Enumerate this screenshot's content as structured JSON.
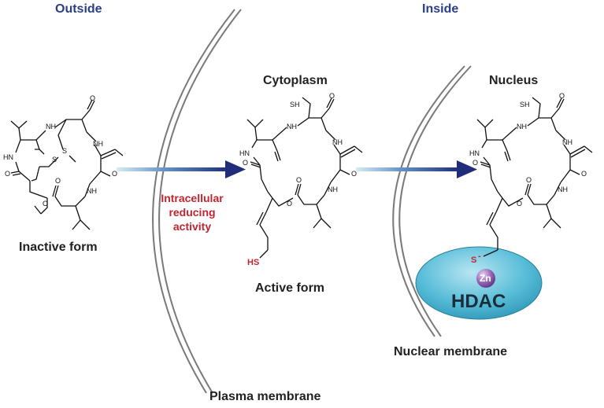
{
  "regions": {
    "outside": "Outside",
    "inside": "Inside"
  },
  "compartments": {
    "cytoplasm": "Cytoplasm",
    "nucleus": "Nucleus"
  },
  "forms": {
    "inactive": "Inactive form",
    "active": "Active form"
  },
  "process": {
    "line1": "Intracellular",
    "line2": "reducing",
    "line3": "activity"
  },
  "membranes": {
    "plasma": "Plasma membrane",
    "nuclear": "Nuclear membrane"
  },
  "enzyme": {
    "name": "HDAC",
    "metal": "Zn"
  },
  "atoms": {
    "nh": "NH",
    "hn": "HN",
    "o": "O",
    "s": "S",
    "sh": "SH",
    "hs": "HS",
    "thiolate": "S"
  },
  "colors": {
    "header": "#2a3f84",
    "red_text": "#c2252e",
    "arrow": "#1f2d7a",
    "hdac_fill": "#49b8d3",
    "zn_fill": "#8a5aa8",
    "membrane": "#7a7a7a"
  }
}
